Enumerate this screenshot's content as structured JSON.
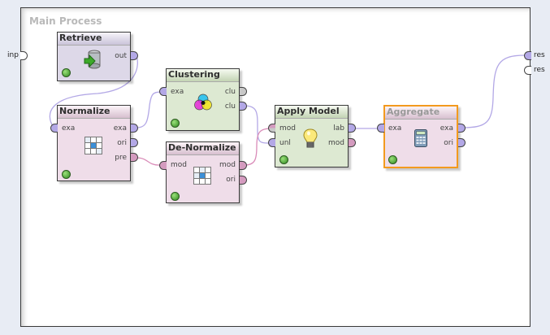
{
  "canvas": {
    "title": "Main Process"
  },
  "outer_ports": {
    "left": [
      {
        "label": "inp",
        "connected": false
      }
    ],
    "right": [
      {
        "label": "res",
        "connected": true
      },
      {
        "label": "res",
        "connected": false
      }
    ]
  },
  "colors": {
    "example_port": "#b3a8e6",
    "model_port": "#d49bbf",
    "cluster_port": "#c8c8c8",
    "wire_example": "#b3a8e6",
    "wire_model": "#d98bb8",
    "selected_border": "#f39a1e",
    "status_led": "#4cb82a"
  },
  "operators": [
    {
      "id": "retrieve",
      "title": "Retrieve",
      "icon": "database-retrieve-icon",
      "selected": false,
      "inputs": [],
      "outputs": [
        {
          "label": "out"
        }
      ]
    },
    {
      "id": "normalize",
      "title": "Normalize",
      "icon": "grid-normalize-icon",
      "selected": false,
      "inputs": [
        {
          "label": "exa"
        }
      ],
      "outputs": [
        {
          "label": "exa"
        },
        {
          "label": "ori"
        },
        {
          "label": "pre"
        }
      ]
    },
    {
      "id": "clustering",
      "title": "Clustering",
      "icon": "color-circles-icon",
      "selected": false,
      "inputs": [
        {
          "label": "exa"
        }
      ],
      "outputs": [
        {
          "label": "clu"
        },
        {
          "label": "clu"
        }
      ]
    },
    {
      "id": "denormalize",
      "title": "De-Normalize",
      "icon": "grid-denormalize-icon",
      "selected": false,
      "inputs": [
        {
          "label": "mod"
        }
      ],
      "outputs": [
        {
          "label": "mod"
        },
        {
          "label": "ori"
        }
      ]
    },
    {
      "id": "applymodel",
      "title": "Apply Model",
      "icon": "lightbulb-icon",
      "selected": false,
      "inputs": [
        {
          "label": "mod"
        },
        {
          "label": "unl"
        }
      ],
      "outputs": [
        {
          "label": "lab"
        },
        {
          "label": "mod"
        }
      ]
    },
    {
      "id": "aggregate",
      "title": "Aggregate",
      "icon": "calculator-icon",
      "selected": true,
      "inputs": [
        {
          "label": "exa"
        }
      ],
      "outputs": [
        {
          "label": "exa"
        },
        {
          "label": "ori"
        }
      ]
    }
  ],
  "connections": [
    {
      "from": "Retrieve.out",
      "to": "Normalize.exa"
    },
    {
      "from": "Normalize.exa",
      "to": "Clustering.exa"
    },
    {
      "from": "Normalize.pre",
      "to": "De-Normalize.mod"
    },
    {
      "from": "Clustering.clu",
      "to": "Apply Model.unl"
    },
    {
      "from": "De-Normalize.mod",
      "to": "Apply Model.mod"
    },
    {
      "from": "Apply Model.lab",
      "to": "Aggregate.exa"
    },
    {
      "from": "Aggregate.exa",
      "to": "res"
    }
  ]
}
